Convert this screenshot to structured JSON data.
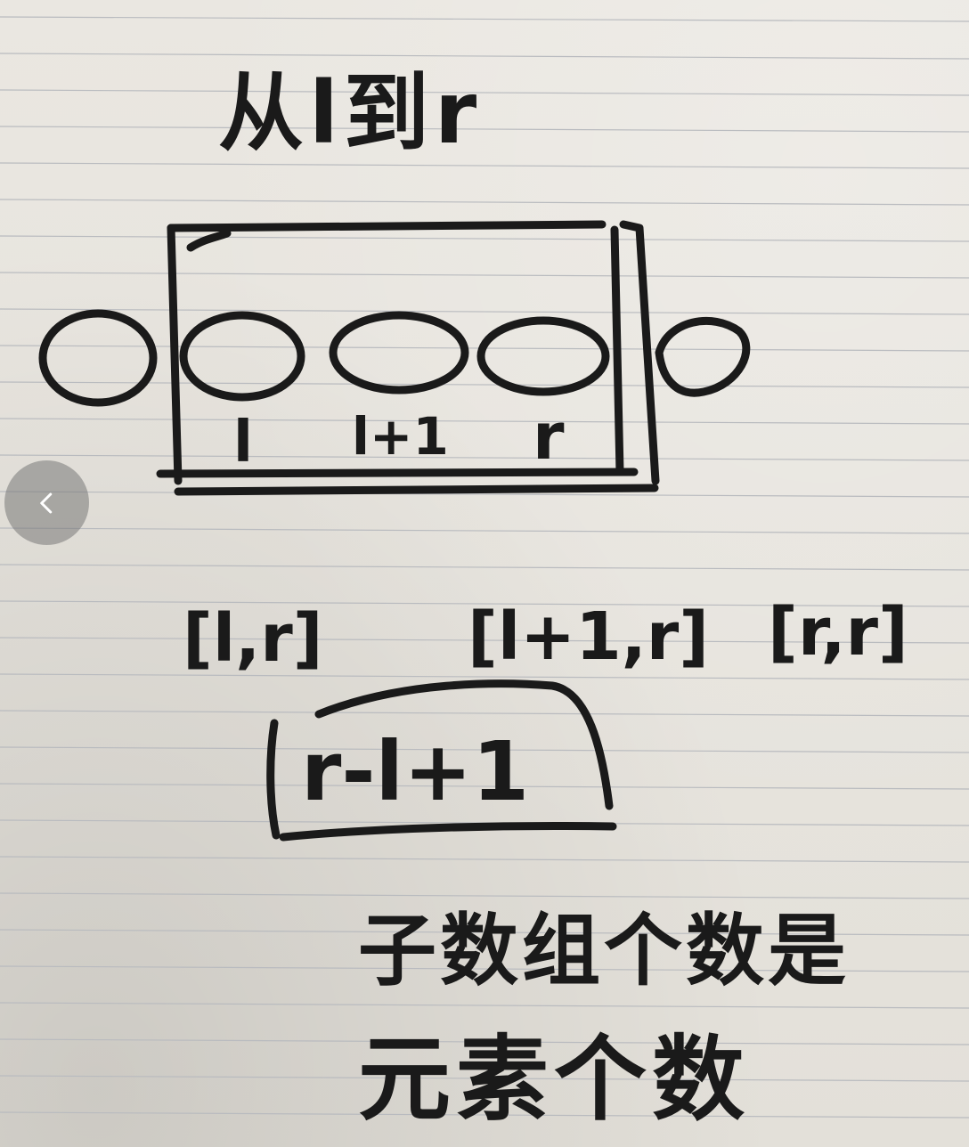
{
  "note": {
    "heading": "从l到r",
    "index_labels": [
      "l",
      "l+1",
      "r"
    ],
    "intervals": [
      "[l,r]",
      "[l+1,r]",
      "[r,r]"
    ],
    "formula": "r-l+1",
    "conclusion_line1": "子数组个数是",
    "conclusion_line2": "元素个数"
  },
  "viewer": {
    "prev_icon": "chevron-left-icon"
  },
  "colors": {
    "paper": "#e7e4dd",
    "ink": "#1a1a1a",
    "rule": "#b9bbbf",
    "nav_bg": "rgba(120,120,120,0.55)"
  }
}
